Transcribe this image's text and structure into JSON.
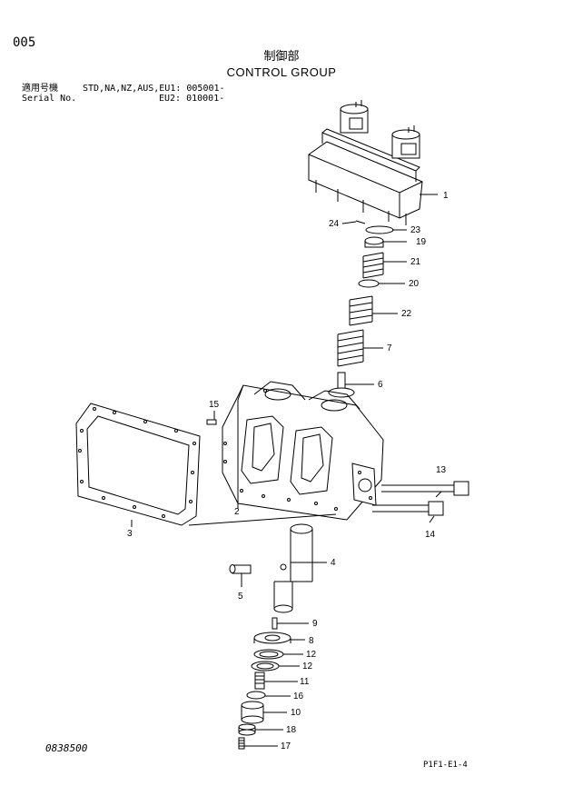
{
  "page_number": "005",
  "title_jp": "制御部",
  "title_en": "CONTROL GROUP",
  "serial": {
    "row1_label": "適用号機",
    "row1_value": "STD,NA,NZ,AUS,EU1: 005001-",
    "row2_label": "Serial No.",
    "row2_value": "EU2: 010001-"
  },
  "callouts": {
    "c1": "1",
    "c2": "2",
    "c3": "3",
    "c4": "4",
    "c5": "5",
    "c6": "6",
    "c7": "7",
    "c8": "8",
    "c9": "9",
    "c10": "10",
    "c11": "11",
    "c12a": "12",
    "c12b": "12",
    "c13": "13",
    "c14": "14",
    "c15": "15",
    "c16": "16",
    "c17": "17",
    "c18": "18",
    "c19": "19",
    "c20": "20",
    "c21": "21",
    "c22": "22",
    "c23": "23",
    "c24": "24"
  },
  "document_number": "0838500",
  "page_reference": "P1F1-E1-4"
}
